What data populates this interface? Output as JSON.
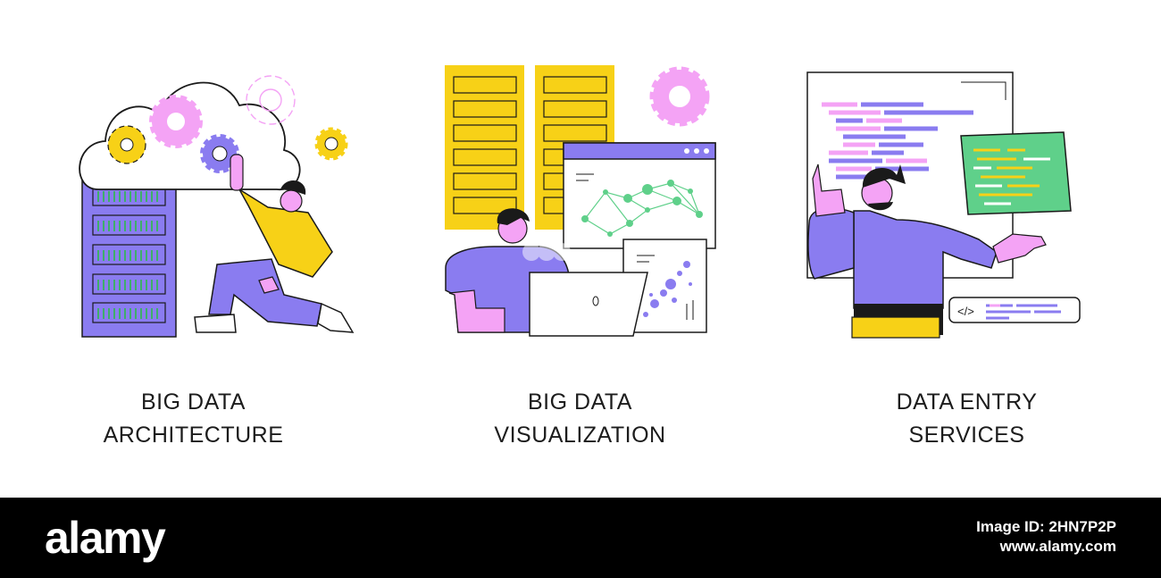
{
  "panels": [
    {
      "id": "architecture",
      "caption_line1": "BIG DATA",
      "caption_line2": "ARCHITECTURE",
      "illustration": "cloud-servers-woman-gears"
    },
    {
      "id": "visualization",
      "caption_line1": "BIG DATA",
      "caption_line2": "VISUALIZATION",
      "illustration": "analyst-laptop-network-chart"
    },
    {
      "id": "entry",
      "caption_line1": "DATA ENTRY",
      "caption_line2": "SERVICES",
      "illustration": "developer-code-screens"
    }
  ],
  "code_tag": "</>",
  "footer": {
    "logo": "alamy",
    "image_id_line1": "Image ID: 2HN7P2P",
    "image_id_line2": "www.alamy.com"
  },
  "colors": {
    "purple": "#8a7cf0",
    "yellow": "#f7d117",
    "pink": "#f4a3f5",
    "green": "#5fd08a",
    "dark": "#1a1a1a",
    "footer_bg": "#000000"
  }
}
